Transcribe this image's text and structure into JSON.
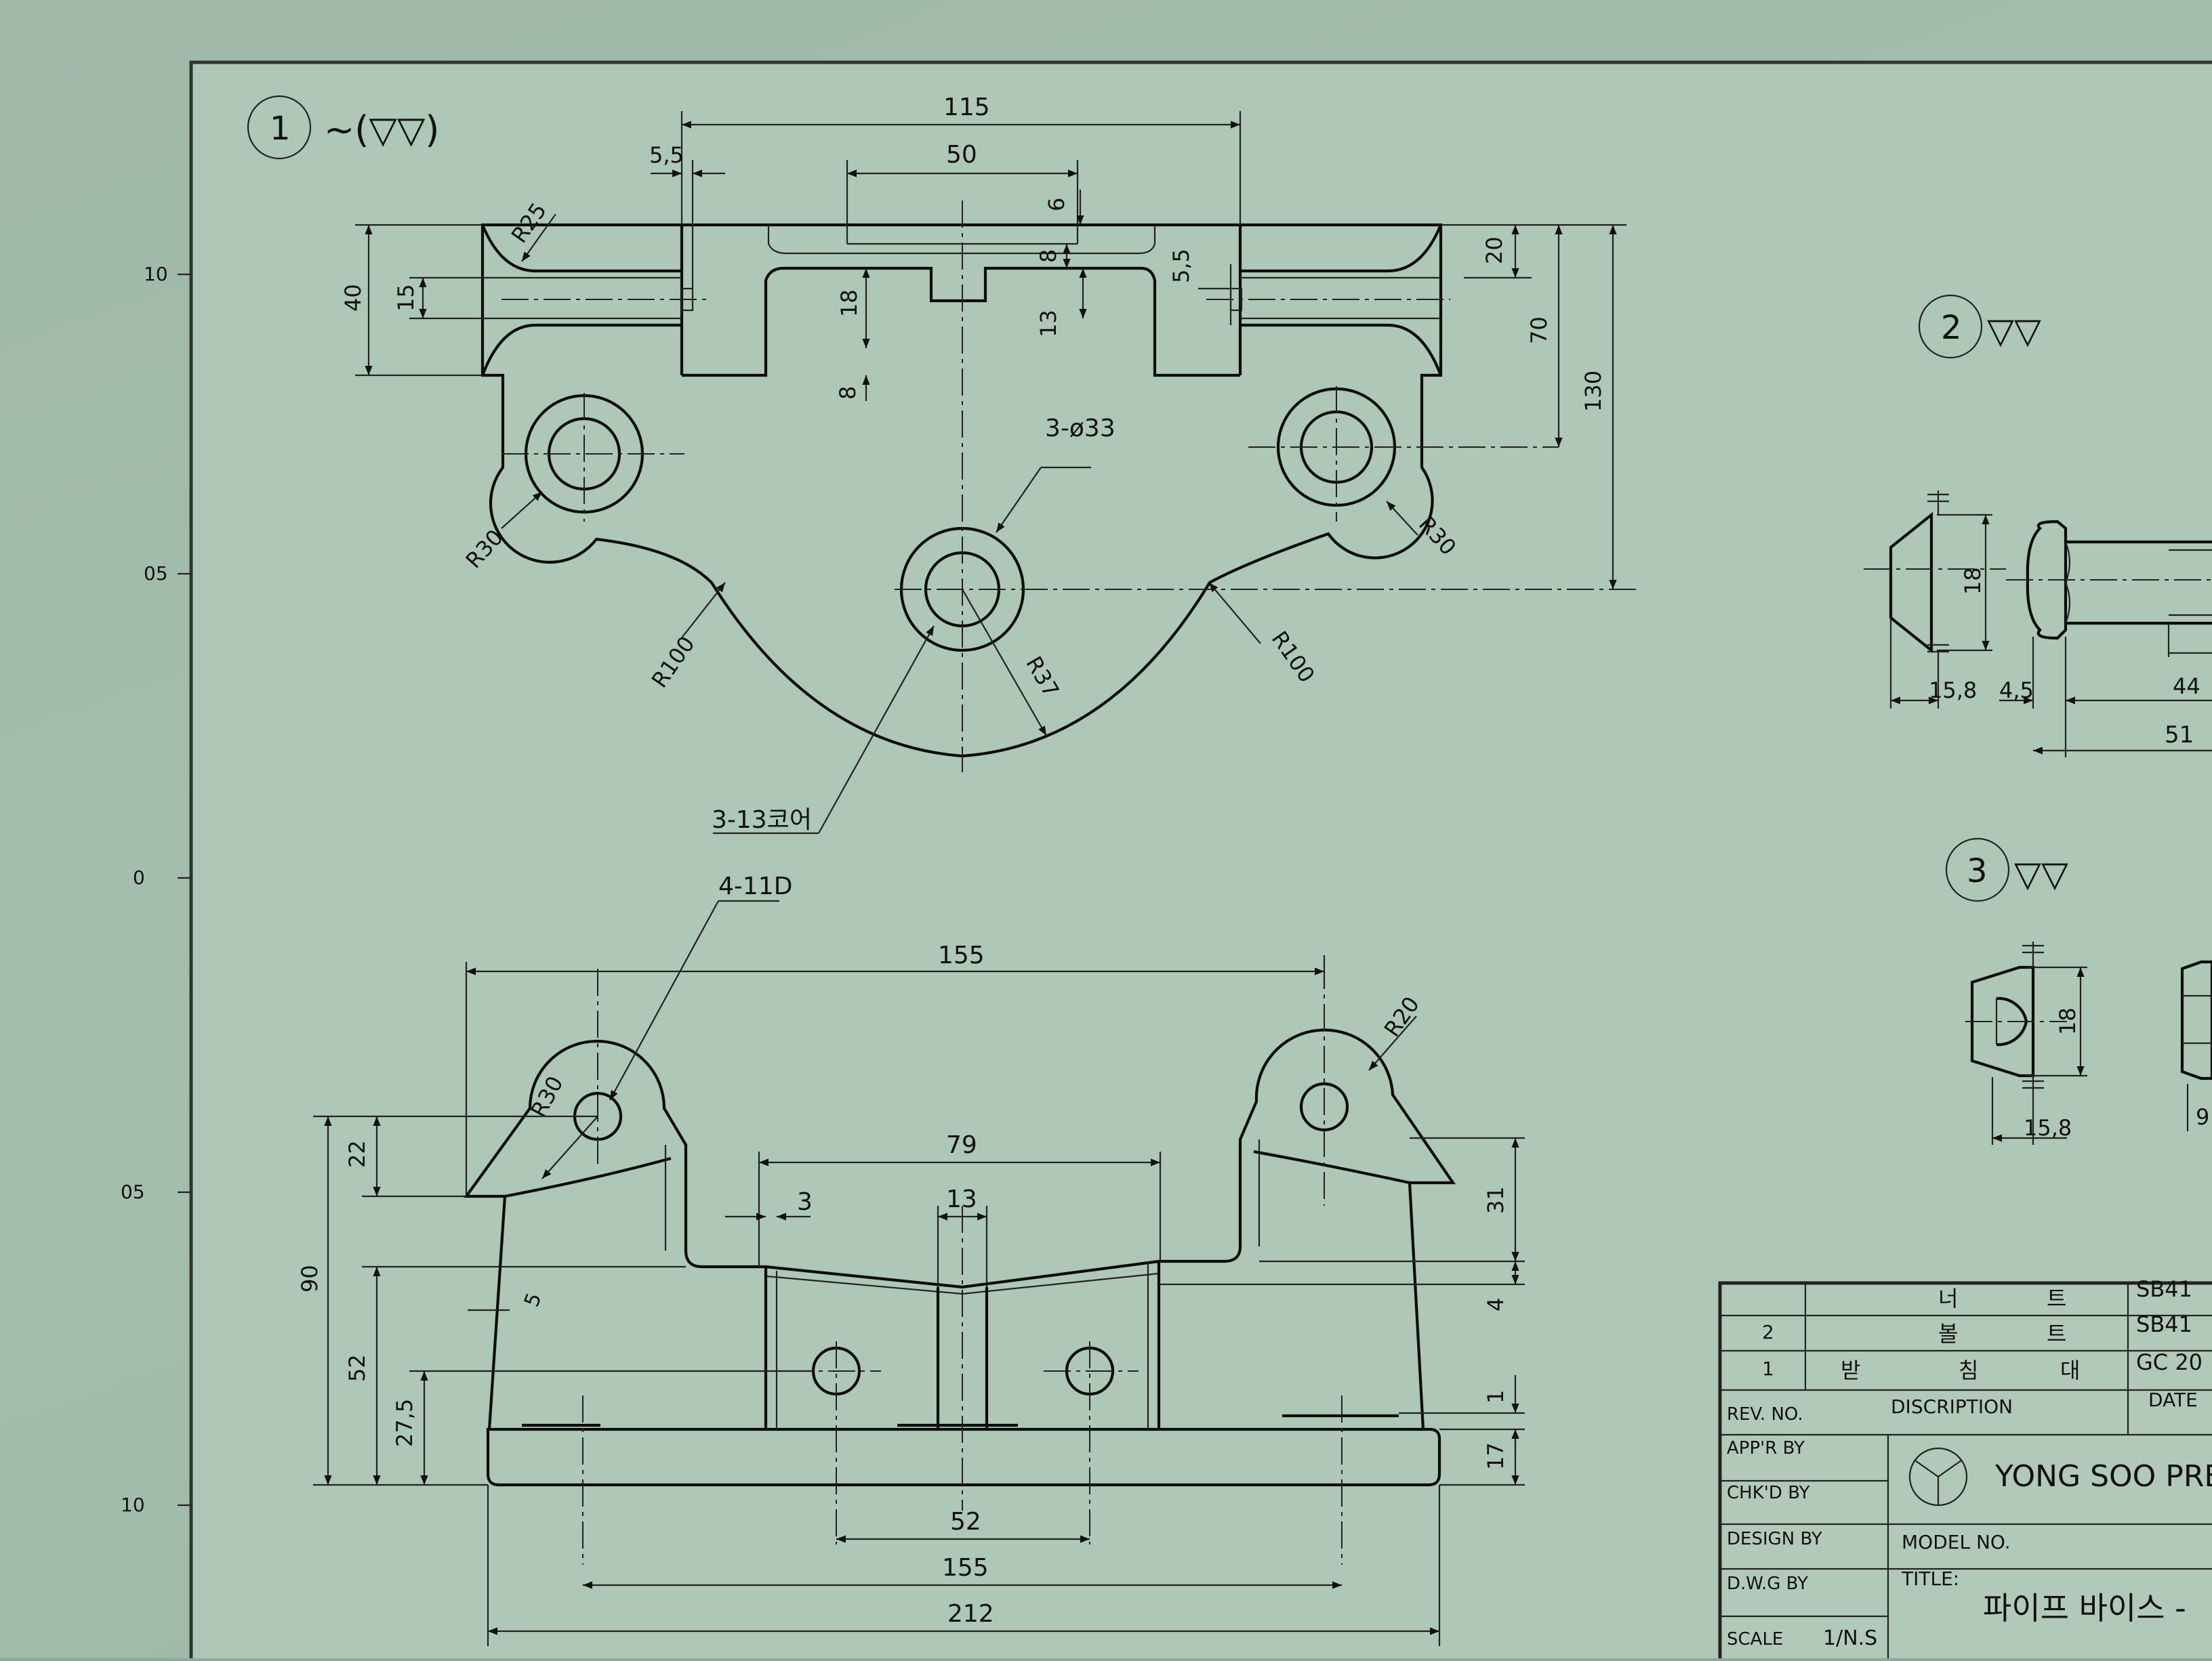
{
  "border_marks": [
    "10",
    "05",
    "0",
    "05",
    "10"
  ],
  "view1": {
    "label": "1",
    "finish": "~(▽▽)",
    "dims": {
      "d115": "115",
      "d5_5a": "5,5",
      "d50": "50",
      "d6": "6",
      "d8a": "8",
      "d5_5b": "5,5",
      "dR25": "R25",
      "d40": "40",
      "d15": "15",
      "d18": "18",
      "d13": "13",
      "d8b": "8",
      "d20": "20",
      "d70": "70",
      "d130": "130",
      "d3phi33": "3-ø33",
      "dR30a": "R30",
      "dR30b": "R30",
      "dR100a": "R100",
      "dR100b": "R100",
      "dR37": "R37",
      "d3_13": "3-13코어"
    }
  },
  "view2": {
    "dims": {
      "d4_11d": "4-11D",
      "d155a": "155",
      "dR20": "R20",
      "dR30": "R30",
      "d79": "79",
      "d3": "3",
      "d13": "13",
      "d22": "22",
      "d90": "90",
      "d52a": "52",
      "d27_5": "27,5",
      "d5": "5",
      "d31": "31",
      "d4": "4",
      "d1": "1",
      "d17": "17",
      "d52b": "52",
      "d155b": "155",
      "d212": "212"
    }
  },
  "part2": {
    "label": "2",
    "finish": "▽▽",
    "dims": {
      "d18": "18",
      "d15_8": "15,8",
      "d4_5": "4,5",
      "d44": "44",
      "d51": "51"
    }
  },
  "part3": {
    "label": "3",
    "finish": "▽▽",
    "dims": {
      "d18": "18",
      "d15_8": "15,8",
      "d9": "9"
    }
  },
  "title_block": {
    "bom": [
      {
        "no": "",
        "desc": [
          "너",
          "트"
        ],
        "mat": "SB41"
      },
      {
        "no": "2",
        "desc": [
          "볼",
          "트"
        ],
        "mat": "SB41"
      },
      {
        "no": "1",
        "desc": [
          "받",
          "침",
          "대"
        ],
        "mat": "GC 20"
      }
    ],
    "rev_no": "REV. NO.",
    "discription": "DISCRIPTION",
    "date": "DATE",
    "appr": "APP'R BY",
    "chkd": "CHK'D BY",
    "design": "DESIGN BY",
    "dwg": "D.W.G BY",
    "scale": "SCALE",
    "scale_val": "1/N.S",
    "company": "YONG SOO PRECI",
    "model_no": "MODEL NO.",
    "title_label": "TITLE:",
    "title_value": "파이프 바이스 -"
  }
}
